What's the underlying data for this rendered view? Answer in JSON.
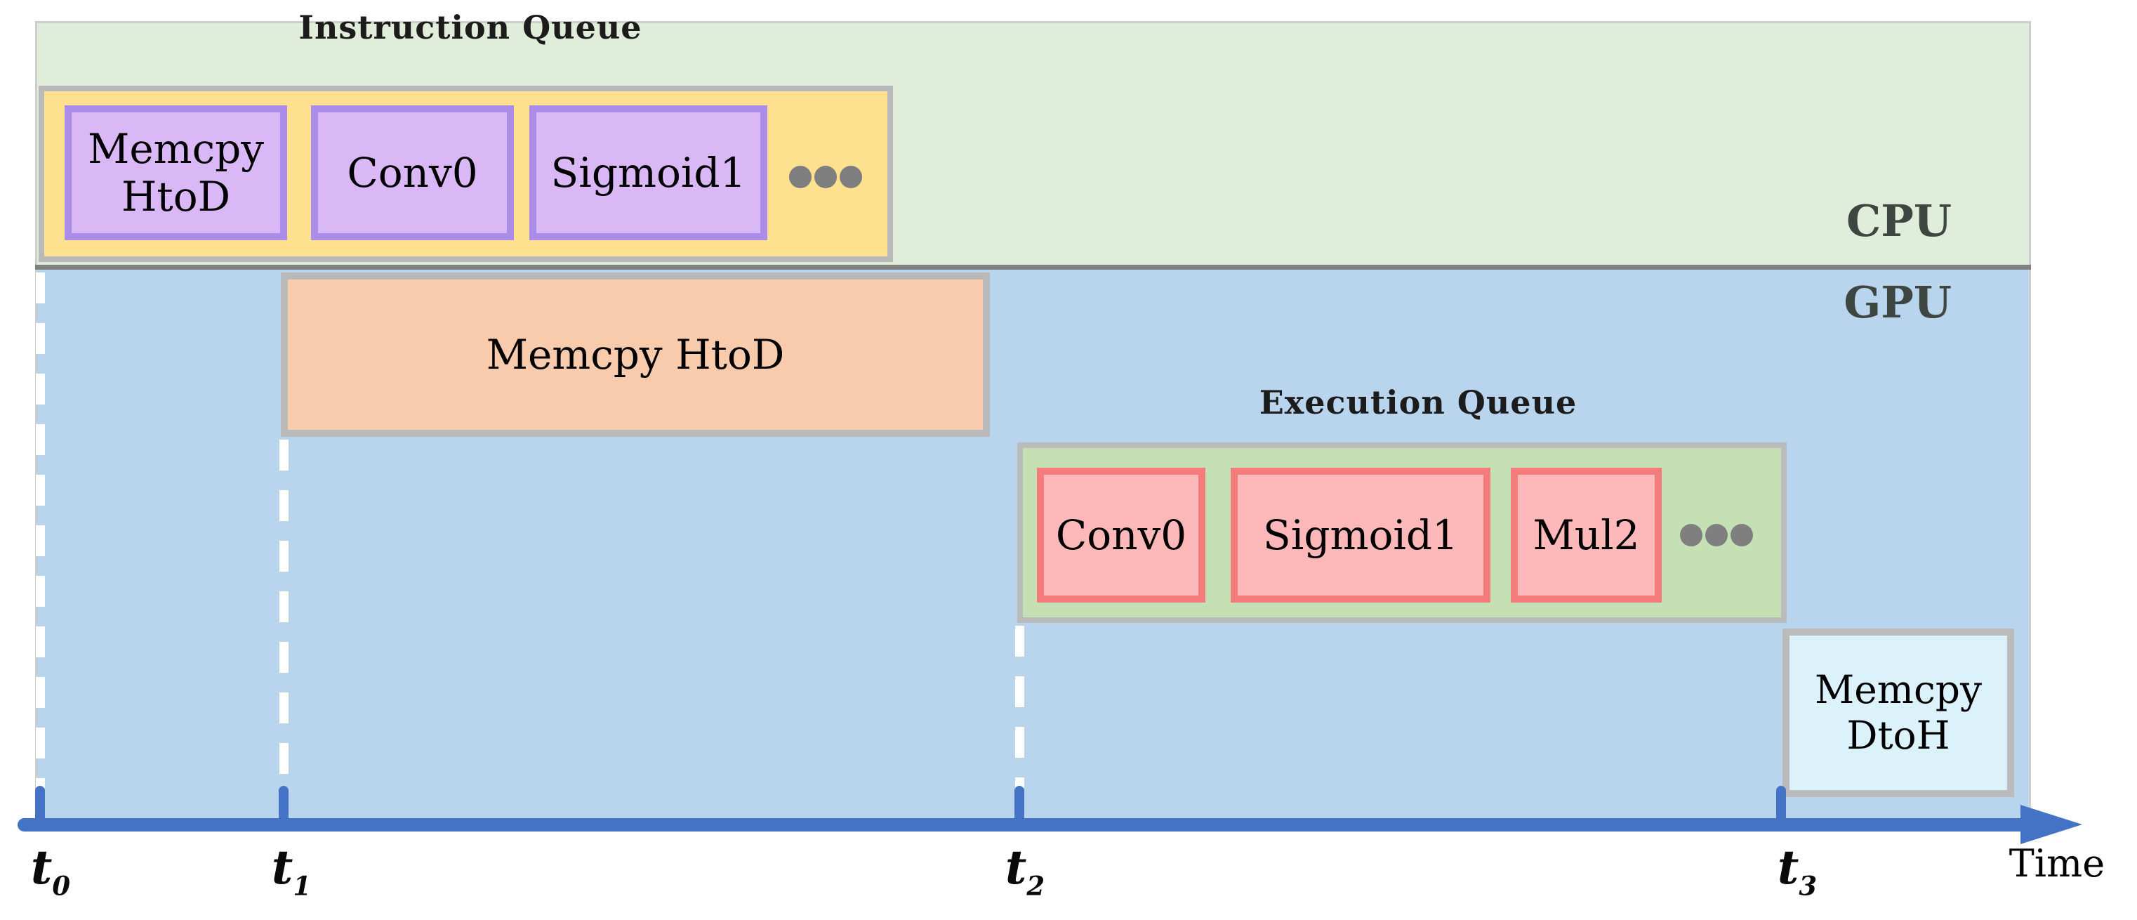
{
  "diagram": {
    "type": "cpu-gpu-timeline",
    "lanes": {
      "cpu": {
        "label": "CPU",
        "band_color": "#e0edda"
      },
      "gpu": {
        "label": "GPU",
        "band_color": "#b9d5ee"
      }
    },
    "instruction_queue": {
      "title": "Instruction Queue",
      "container_color": "#fde18e",
      "item_fill": "#dab8f6",
      "item_border": "#ab8ce8",
      "items": [
        {
          "lines": [
            "Memcpy",
            "HtoD"
          ]
        },
        {
          "lines": [
            "Conv0"
          ]
        },
        {
          "lines": [
            "Sigmoid1"
          ]
        }
      ],
      "ellipsis": "more-items"
    },
    "execution_queue": {
      "title": "Execution Queue",
      "container_color": "#c5e0b4",
      "item_fill": "#fdb9b9",
      "item_border": "#f47c7c",
      "items": [
        {
          "lines": [
            "Conv0"
          ]
        },
        {
          "lines": [
            "Sigmoid1"
          ]
        },
        {
          "lines": [
            "Mul2"
          ]
        }
      ],
      "ellipsis": "more-items"
    },
    "gpu_tasks": {
      "memcpy_htod": {
        "lines": [
          "Memcpy HtoD"
        ],
        "fill": "#f8cbad"
      },
      "memcpy_dtoh": {
        "lines": [
          "Memcpy",
          "DtoH"
        ],
        "fill": "#dcf2fb"
      }
    },
    "axis": {
      "color": "#4472c4",
      "label": "Time",
      "ticks": [
        {
          "base": "t",
          "sub": "0"
        },
        {
          "base": "t",
          "sub": "1"
        },
        {
          "base": "t",
          "sub": "2"
        },
        {
          "base": "t",
          "sub": "3"
        }
      ]
    },
    "misc_colors": {
      "box_border_gray": "#b9b9b9",
      "lane_divider": "#7f7f7f",
      "ellipsis_dot": "#7f7f7f"
    }
  }
}
